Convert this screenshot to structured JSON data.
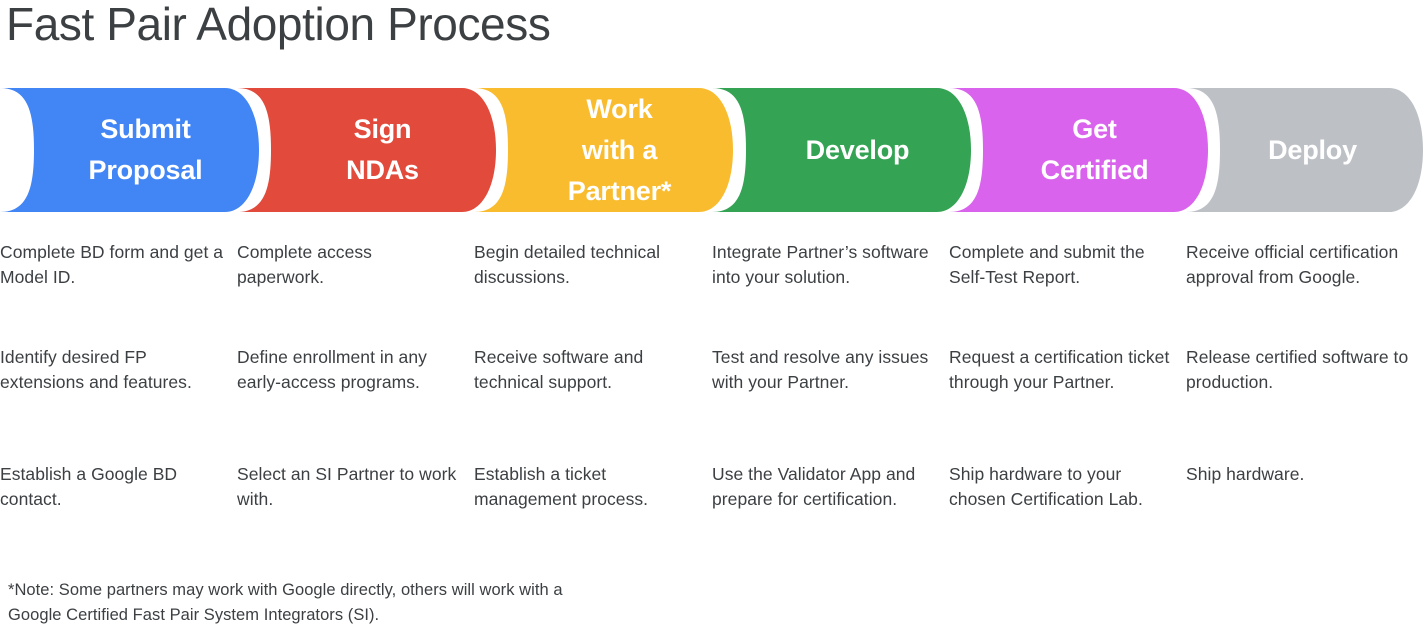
{
  "title": "Fast Pair Adoption Process",
  "stages": [
    {
      "id": "submit-proposal",
      "label_lines": [
        "Submit",
        "Proposal"
      ],
      "color": "#4285F4",
      "items": [
        "Complete BD form and get a Model ID.",
        "Identify desired FP extensions and features.",
        "Establish a Google BD contact."
      ]
    },
    {
      "id": "sign-ndas",
      "label_lines": [
        "Sign",
        "NDAs"
      ],
      "color": "#E24A3B",
      "items": [
        "Complete access paperwork.",
        "Define enrollment in any early-access programs.",
        "Select an SI Partner to work with."
      ]
    },
    {
      "id": "work-with-a-partner",
      "label_lines": [
        "Work",
        "with a",
        "Partner*"
      ],
      "color": "#F9BC2F",
      "items": [
        "Begin detailed technical discussions.",
        "Receive software and technical support.",
        "Establish a ticket management process."
      ]
    },
    {
      "id": "develop",
      "label_lines": [
        "Develop"
      ],
      "color": "#34A353",
      "items": [
        "Integrate Partner’s software into your solution.",
        "Test and resolve any issues with your Partner.",
        "Use the Validator App and prepare for certification."
      ]
    },
    {
      "id": "get-certified",
      "label_lines": [
        "Get",
        "Certified"
      ],
      "color": "#D963EC",
      "items": [
        "Complete and submit the Self-Test Report.",
        "Request a certification ticket through your Partner.",
        "Ship hardware to your chosen Certification Lab."
      ]
    },
    {
      "id": "deploy",
      "label_lines": [
        "Deploy"
      ],
      "color": "#BDC1C6",
      "items": [
        "Receive official certification approval from Google.",
        "Release certified software to production.",
        "Ship hardware."
      ]
    }
  ],
  "footnote_lines": [
    "*Note: Some partners may work with Google directly, others will work with a",
    "Google Certified Fast Pair System Integrators (SI)."
  ]
}
